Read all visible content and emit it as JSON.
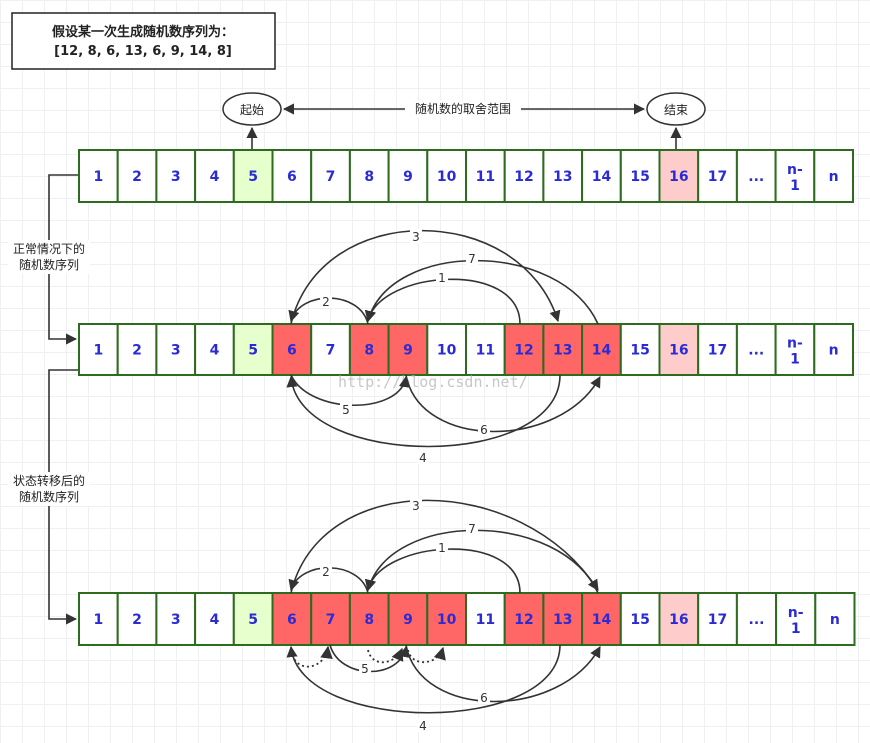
{
  "note": {
    "line1": "假设某一次生成随机数序列为：",
    "line2": "[12, 8, 6, 13, 6, 9, 14, 8]"
  },
  "start_label": "起始",
  "end_label": "结束",
  "range_label": "随机数的取舍范围",
  "side_label_1": [
    "正常情况下的",
    "随机数序列"
  ],
  "side_label_2": [
    "状态转移后的",
    "随机数序列"
  ],
  "watermark": "http://blog.csdn.net/",
  "colors": {
    "green": "#e6ffcc",
    "red": "#ff6666",
    "pink": "#ffcccc",
    "border": "#2d6b1f",
    "text": "#2b2bd6"
  },
  "rows": [
    {
      "cells": [
        {
          "t": "1"
        },
        {
          "t": "2"
        },
        {
          "t": "3"
        },
        {
          "t": "4"
        },
        {
          "t": "5",
          "c": "green"
        },
        {
          "t": "6"
        },
        {
          "t": "7"
        },
        {
          "t": "8"
        },
        {
          "t": "9"
        },
        {
          "t": "10"
        },
        {
          "t": "11"
        },
        {
          "t": "12"
        },
        {
          "t": "13"
        },
        {
          "t": "14"
        },
        {
          "t": "15"
        },
        {
          "t": "16",
          "c": "pink"
        },
        {
          "t": "17"
        },
        {
          "t": "..."
        },
        {
          "t": "n-1"
        },
        {
          "t": "n"
        }
      ]
    },
    {
      "cells": [
        {
          "t": "1"
        },
        {
          "t": "2"
        },
        {
          "t": "3"
        },
        {
          "t": "4"
        },
        {
          "t": "5",
          "c": "green"
        },
        {
          "t": "6",
          "c": "red"
        },
        {
          "t": "7"
        },
        {
          "t": "8",
          "c": "red"
        },
        {
          "t": "9",
          "c": "red"
        },
        {
          "t": "10"
        },
        {
          "t": "11"
        },
        {
          "t": "12",
          "c": "red"
        },
        {
          "t": "13",
          "c": "red"
        },
        {
          "t": "14",
          "c": "red"
        },
        {
          "t": "15"
        },
        {
          "t": "16",
          "c": "pink"
        },
        {
          "t": "17"
        },
        {
          "t": "..."
        },
        {
          "t": "n-1"
        },
        {
          "t": "n"
        }
      ]
    },
    {
      "cells": [
        {
          "t": "1"
        },
        {
          "t": "2"
        },
        {
          "t": "3"
        },
        {
          "t": "4"
        },
        {
          "t": "5",
          "c": "green"
        },
        {
          "t": "6",
          "c": "red"
        },
        {
          "t": "7",
          "c": "red"
        },
        {
          "t": "8",
          "c": "red"
        },
        {
          "t": "9",
          "c": "red"
        },
        {
          "t": "10",
          "c": "red"
        },
        {
          "t": "11"
        },
        {
          "t": "12",
          "c": "red"
        },
        {
          "t": "13",
          "c": "red"
        },
        {
          "t": "14",
          "c": "red"
        },
        {
          "t": "15"
        },
        {
          "t": "16",
          "c": "pink"
        },
        {
          "t": "17"
        },
        {
          "t": "..."
        },
        {
          "t": "n-1"
        },
        {
          "t": "n"
        }
      ]
    }
  ],
  "edge_labels": [
    "1",
    "2",
    "3",
    "4",
    "5",
    "6",
    "7"
  ]
}
